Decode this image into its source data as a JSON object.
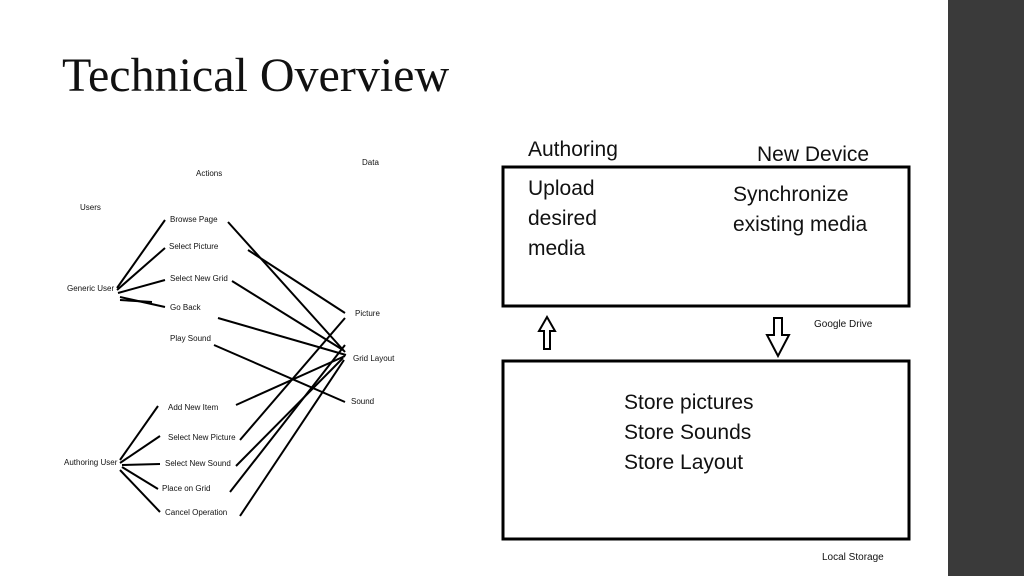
{
  "slide": {
    "title": "Technical Overview"
  },
  "action_diagram": {
    "headers": {
      "users": "Users",
      "actions": "Actions",
      "data": "Data"
    },
    "users": {
      "generic": "Generic User",
      "authoring": "Authoring User"
    },
    "generic_actions": [
      "Browse Page",
      "Select Picture",
      "Select New Grid",
      "Go Back",
      "Play Sound"
    ],
    "authoring_actions": [
      "Add New Item",
      "Select New Picture",
      "Select New Sound",
      "Place on Grid",
      "Cancel Operation"
    ],
    "data_items": [
      "Picture",
      "Grid Layout",
      "Sound"
    ]
  },
  "storage_diagram": {
    "authoring_label": "Authoring",
    "new_device_label": "New Device",
    "upload_lines": [
      "Upload",
      "desired",
      "media"
    ],
    "sync_lines": [
      "Synchronize",
      "existing media"
    ],
    "google_drive_label": "Google Drive",
    "store_lines": [
      "Store pictures",
      "Store Sounds",
      "Store Layout"
    ],
    "local_storage_label": "Local Storage"
  }
}
